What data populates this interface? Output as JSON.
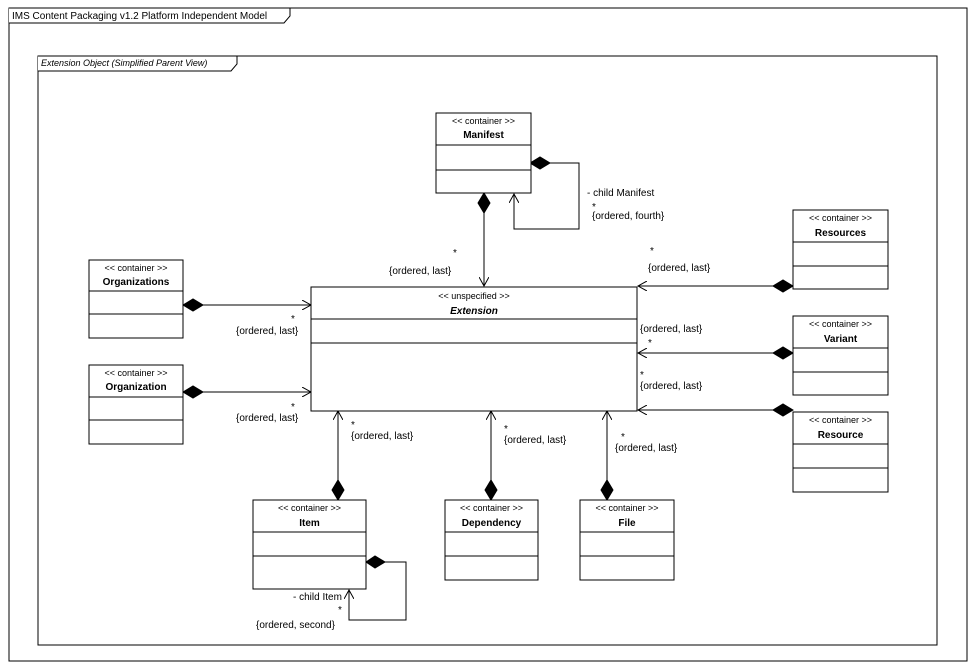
{
  "frame": {
    "title": "IMS Content Packaging v1.2 Platform Independent Model"
  },
  "inner_frame": {
    "title": "Extension Object (Simplified Parent View)"
  },
  "classes": {
    "manifest": {
      "stereotype": "<< container >>",
      "name": "Manifest"
    },
    "organizations": {
      "stereotype": "<< container >>",
      "name": "Organizations"
    },
    "organization": {
      "stereotype": "<< container >>",
      "name": "Organization"
    },
    "extension": {
      "stereotype": "<< unspecified >>",
      "name": "Extension"
    },
    "resources": {
      "stereotype": "<< container >>",
      "name": "Resources"
    },
    "variant": {
      "stereotype": "<< container >>",
      "name": "Variant"
    },
    "resource": {
      "stereotype": "<< container >>",
      "name": "Resource"
    },
    "item": {
      "stereotype": "<< container >>",
      "name": "Item"
    },
    "dependency": {
      "stereotype": "<< container >>",
      "name": "Dependency"
    },
    "file": {
      "stereotype": "<< container >>",
      "name": "File"
    }
  },
  "labels": {
    "manifest_child_role": "- child Manifest",
    "manifest_child_mult": "*",
    "manifest_child_constraint": "{ordered, fourth}",
    "manifest_ext_mult": "*",
    "manifest_ext_constraint": "{ordered, last}",
    "resources_mult": "*",
    "resources_constraint": "{ordered, last}",
    "variant_constraint": "{ordered, last}",
    "variant_mult": "*",
    "resource_mult": "*",
    "resource_constraint": "{ordered, last}",
    "organizations_mult": "*",
    "organizations_constraint": "{ordered, last}",
    "organization_mult": "*",
    "organization_constraint": "{ordered, last}",
    "item_mult": "*",
    "item_constraint": "{ordered, last}",
    "dependency_mult": "*",
    "dependency_constraint": "{ordered, last}",
    "file_mult": "*",
    "file_constraint": "{ordered, last}",
    "item_child_role": "- child Item",
    "item_child_mult": "*",
    "item_child_constraint": "{ordered, second}"
  }
}
